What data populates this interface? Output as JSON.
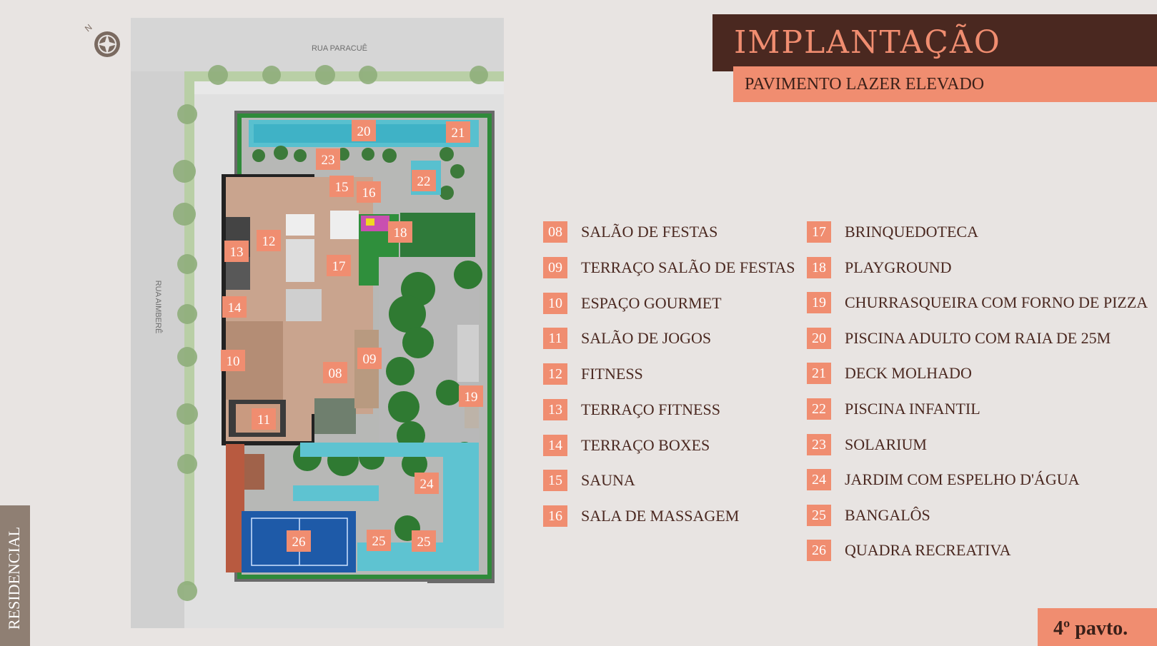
{
  "header": {
    "title": "IMPLANTAÇÃO",
    "subtitle": "PAVIMENTO LAZER ELEVADO"
  },
  "plan": {
    "streets": [
      "RUA PARACUÊ",
      "RUA AIMBERÊ"
    ],
    "markers": [
      "20",
      "21",
      "23",
      "15",
      "16",
      "22",
      "18",
      "12",
      "13",
      "17",
      "14",
      "10",
      "09",
      "08",
      "19",
      "11",
      "24",
      "26",
      "25",
      "25"
    ]
  },
  "legend": {
    "left": [
      {
        "number": "08",
        "label": "SALÃO DE FESTAS"
      },
      {
        "number": "09",
        "label": "TERRAÇO SALÃO DE FESTAS"
      },
      {
        "number": "10",
        "label": "ESPAÇO GOURMET"
      },
      {
        "number": "11",
        "label": "SALÃO DE JOGOS"
      },
      {
        "number": "12",
        "label": "FITNESS"
      },
      {
        "number": "13",
        "label": "TERRAÇO FITNESS"
      },
      {
        "number": "14",
        "label": "TERRAÇO BOXES"
      },
      {
        "number": "15",
        "label": "SAUNA"
      },
      {
        "number": "16",
        "label": "SALA DE MASSAGEM"
      }
    ],
    "right": [
      {
        "number": "17",
        "label": "BRINQUEDOTECA"
      },
      {
        "number": "18",
        "label": "PLAYGROUND"
      },
      {
        "number": "19",
        "label": "CHURRASQUEIRA COM FORNO DE PIZZA"
      },
      {
        "number": "20",
        "label": "PISCINA ADULTO COM RAIA DE 25M"
      },
      {
        "number": "21",
        "label": "DECK MOLHADO"
      },
      {
        "number": "22",
        "label": "PISCINA INFANTIL"
      },
      {
        "number": "23",
        "label": "SOLARIUM"
      },
      {
        "number": "24",
        "label": "JARDIM COM ESPELHO D'ÁGUA"
      },
      {
        "number": "25",
        "label": "BANGALÔS"
      },
      {
        "number": "26",
        "label": "QUADRA RECREATIVA"
      }
    ]
  },
  "side_tab": "RESIDENCIAL",
  "floor_tag": "4º pavto.",
  "compass": "compass-icon",
  "colors": {
    "title_bar": "#4a2820",
    "accent": "#f08d70",
    "side_tab": "#8f7f73",
    "background": "#e8e4e2"
  }
}
